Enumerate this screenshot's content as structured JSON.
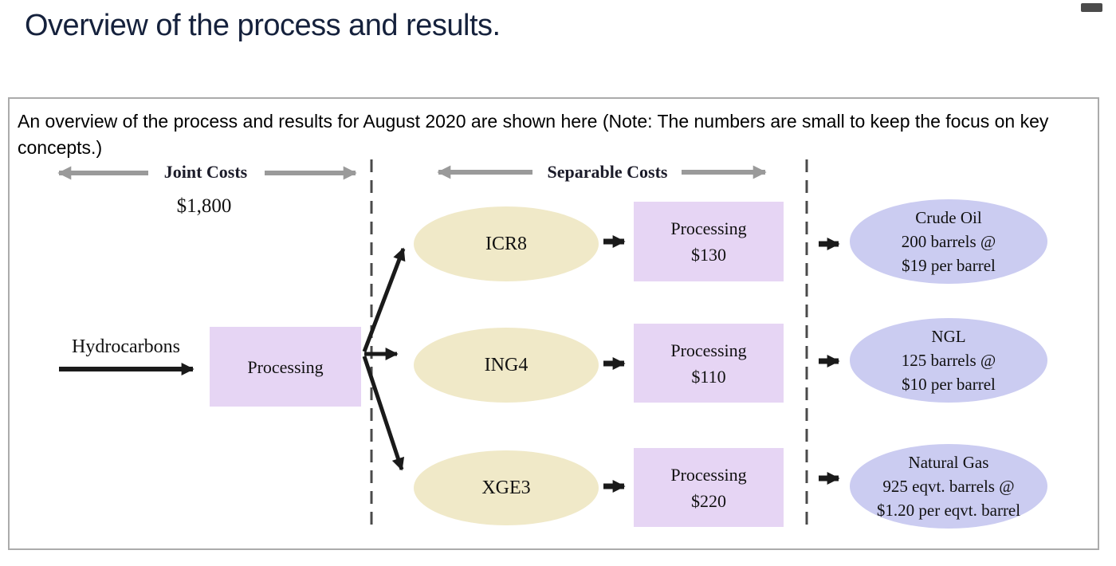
{
  "page": {
    "title": "Overview of the process and results.",
    "intro": "An overview of the process and results for August 2020 are shown here (Note: The numbers are small to keep the focus on key concepts.)"
  },
  "diagram": {
    "joint_section": {
      "label": "Joint Costs",
      "amount": "$1,800",
      "input_label": "Hydrocarbons",
      "process_label": "Processing"
    },
    "separable_section": {
      "label": "Separable Costs"
    },
    "products": [
      {
        "name": "ICR8",
        "process_label": "Processing",
        "process_cost": "$130",
        "output_lines": [
          "Crude Oil",
          "200 barrels @",
          "$19 per barrel"
        ]
      },
      {
        "name": "ING4",
        "process_label": "Processing",
        "process_cost": "$110",
        "output_lines": [
          "NGL",
          "125 barrels @",
          "$10 per barrel"
        ]
      },
      {
        "name": "XGE3",
        "process_label": "Processing",
        "process_cost": "$220",
        "output_lines": [
          "Natural Gas",
          "925 eqvt. barrels @",
          "$1.20 per eqvt. barrel"
        ]
      }
    ],
    "colors": {
      "title_navy": "#15213c",
      "box_border_gray": "#ababab",
      "process_box_lavender": "#e6d5f4",
      "product_ellipse_cream": "#f0e9c8",
      "output_ellipse_blue": "#cbccf1",
      "label_arrow_gray": "#9a9a9a",
      "flow_arrow_black": "#1a1a1a",
      "dashed_line_gray": "#4a4a4a"
    }
  }
}
